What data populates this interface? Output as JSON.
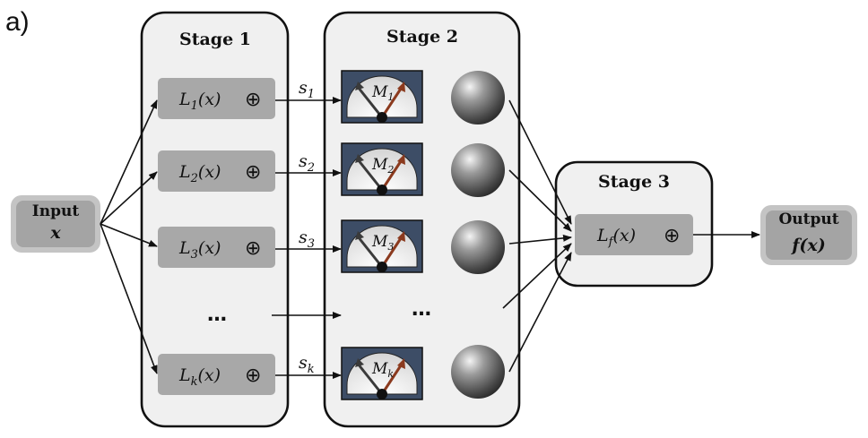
{
  "figure_label": "a)",
  "input": {
    "title": "Input",
    "var": "x"
  },
  "output": {
    "title": "Output",
    "var": "f(x)"
  },
  "stage1": {
    "title": "Stage 1",
    "rows": [
      {
        "fn": "L",
        "sub": "1",
        "arg": "(x)",
        "op": "⊕"
      },
      {
        "fn": "L",
        "sub": "2",
        "arg": "(x)",
        "op": "⊕"
      },
      {
        "fn": "L",
        "sub": "3",
        "arg": "(x)",
        "op": "⊕"
      },
      {
        "fn": "L",
        "sub": "k",
        "arg": "(x)",
        "op": "⊕"
      }
    ],
    "ellipsis": "…"
  },
  "signals": [
    {
      "s": "s",
      "sub": "1"
    },
    {
      "s": "s",
      "sub": "2"
    },
    {
      "s": "s",
      "sub": "3"
    },
    {
      "s": "s",
      "sub": "k"
    }
  ],
  "stage2": {
    "title": "Stage 2",
    "meters": [
      {
        "m": "M",
        "sub": "1"
      },
      {
        "m": "M",
        "sub": "2"
      },
      {
        "m": "M",
        "sub": "3"
      },
      {
        "m": "M",
        "sub": "k"
      }
    ],
    "ellipsis": "…"
  },
  "stage3": {
    "title": "Stage 3",
    "fn": "L",
    "sub": "f",
    "arg": "(x)",
    "op": "⊕"
  },
  "colors": {
    "panel_fill": "#f0f0f0",
    "box_fill": "#a8a8a8",
    "meter_frame": "#3d4d66",
    "needle_dark": "#3a3a3a",
    "needle_red": "#8b3a1e",
    "sphere": "#6a6a6a"
  },
  "icons": {
    "meter": "gauge-meter-icon",
    "ball": "sphere-icon"
  }
}
